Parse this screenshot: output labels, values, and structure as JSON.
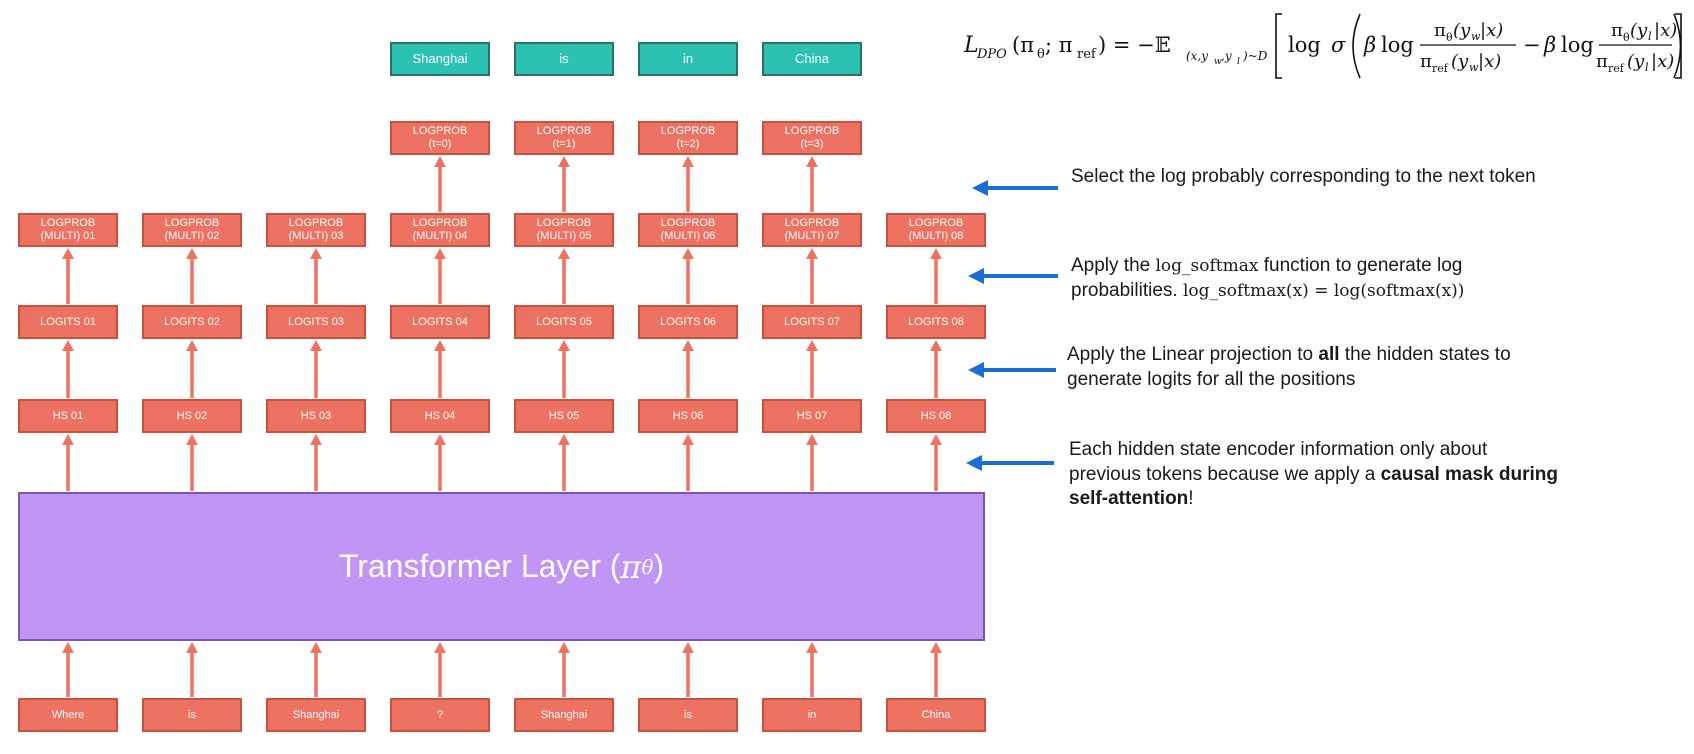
{
  "transformer": {
    "label": "Transformer Layer",
    "symbol": "π",
    "subscript": "θ"
  },
  "input_tokens": [
    "Where",
    "is",
    "Shanghai",
    "?",
    "Shanghai",
    "is",
    "in",
    "China"
  ],
  "hidden_states": [
    "HS 01",
    "HS 02",
    "HS 03",
    "HS 04",
    "HS 05",
    "HS 06",
    "HS 07",
    "HS 08"
  ],
  "logits": [
    "LOGITS 01",
    "LOGITS 02",
    "LOGITS 03",
    "LOGITS 04",
    "LOGITS 05",
    "LOGITS 06",
    "LOGITS 07",
    "LOGITS 08"
  ],
  "logprob_multi": [
    {
      "line1": "LOGPROB",
      "line2": "(MULTI) 01"
    },
    {
      "line1": "LOGPROB",
      "line2": "(MULTI) 02"
    },
    {
      "line1": "LOGPROB",
      "line2": "(MULTI) 03"
    },
    {
      "line1": "LOGPROB",
      "line2": "(MULTI) 04"
    },
    {
      "line1": "LOGPROB",
      "line2": "(MULTI) 05"
    },
    {
      "line1": "LOGPROB",
      "line2": "(MULTI) 06"
    },
    {
      "line1": "LOGPROB",
      "line2": "(MULTI) 07"
    },
    {
      "line1": "LOGPROB",
      "line2": "(MULTI) 08"
    }
  ],
  "logprob_selected": [
    {
      "line1": "LOGPROB",
      "line2": "(t=0)"
    },
    {
      "line1": "LOGPROB",
      "line2": "(t=1)"
    },
    {
      "line1": "LOGPROB",
      "line2": "(t=2)"
    },
    {
      "line1": "LOGPROB",
      "line2": "(t=3)"
    }
  ],
  "output_tokens": [
    "Shanghai",
    "is",
    "in",
    "China"
  ],
  "annotations": {
    "select": "Select the log probably corresponding to the next token",
    "logsoftmax": {
      "part1": "Apply the ",
      "fn": "log_softmax",
      "part2": " function to generate log",
      "part3": "probabilities. ",
      "eq": "log_softmax(x) = log(softmax(x))"
    },
    "linear": {
      "part1": "Apply the Linear projection to ",
      "bold": "all",
      "part2": " the hidden states to",
      "line2": "generate logits for all the positions"
    },
    "causal": {
      "line1": "Each hidden state encoder information only about",
      "line2a": "previous tokens because we apply a ",
      "bold1": "causal mask during",
      "bold2": "self-attention",
      "end": "!"
    }
  },
  "formula": {
    "lhs": "L",
    "lhs_sub": "DPO",
    "args": "(π",
    "theta": "θ",
    "semi": "; π",
    "ref": "ref",
    "close": ") = −𝔼",
    "exp_sub": "(x,y",
    "w": "w",
    "comma": ",y",
    "l": "l",
    "exp_sub_end": ")~D",
    "log": "log",
    "sigma": "σ",
    "beta": "β",
    "log2": "log",
    "minus": "−",
    "num1": "π",
    "num1_sub": "θ",
    "num1_arg": "(y",
    "num1_arg_sub": "w",
    "num1_arg_end": "|x)",
    "den1": "π",
    "den1_sub": "ref",
    "den1_arg": "(y",
    "den1_arg_sub": "w",
    "den1_arg_end": "|x)",
    "num2": "π",
    "num2_sub": "θ",
    "num2_arg": "(y",
    "num2_arg_sub": "l",
    "num2_arg_end": "|x)",
    "den2": "π",
    "den2_sub": "ref",
    "den2_arg": "(y",
    "den2_arg_sub": "l",
    "den2_arg_end": "|x)"
  },
  "colors": {
    "coral": "#ee7262",
    "coral_border": "#c9523f",
    "arrow": "#ee7262",
    "teal": "#2bc2b2",
    "transformer": "#c095f5",
    "blue_arrow": "#1a6fd6"
  }
}
